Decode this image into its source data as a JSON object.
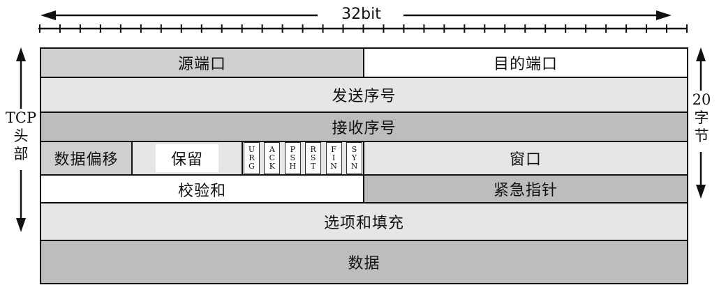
{
  "width_label": "32bit",
  "header_label": {
    "line1": "TCP",
    "line2": "头",
    "line3": "部"
  },
  "size_label": {
    "line1": "20",
    "line2": "字",
    "line3": "节"
  },
  "fields": {
    "source_port": "源端口",
    "dest_port": "目的端口",
    "seq_num": "发送序号",
    "ack_num": "接收序号",
    "data_offset": "数据偏移",
    "reserved": "保留",
    "window": "窗口",
    "checksum": "校验和",
    "urgent_pointer": "紧急指针",
    "options_padding": "选项和填充",
    "data": "数据"
  },
  "flags": [
    {
      "name": "urg",
      "letters": [
        "U",
        "R",
        "G"
      ]
    },
    {
      "name": "ack",
      "letters": [
        "A",
        "C",
        "K"
      ]
    },
    {
      "name": "psh",
      "letters": [
        "P",
        "S",
        "H"
      ]
    },
    {
      "name": "rst",
      "letters": [
        "R",
        "S",
        "T"
      ]
    },
    {
      "name": "fin",
      "letters": [
        "F",
        "I",
        "N"
      ]
    },
    {
      "name": "syn",
      "letters": [
        "S",
        "Y",
        "N"
      ]
    }
  ]
}
